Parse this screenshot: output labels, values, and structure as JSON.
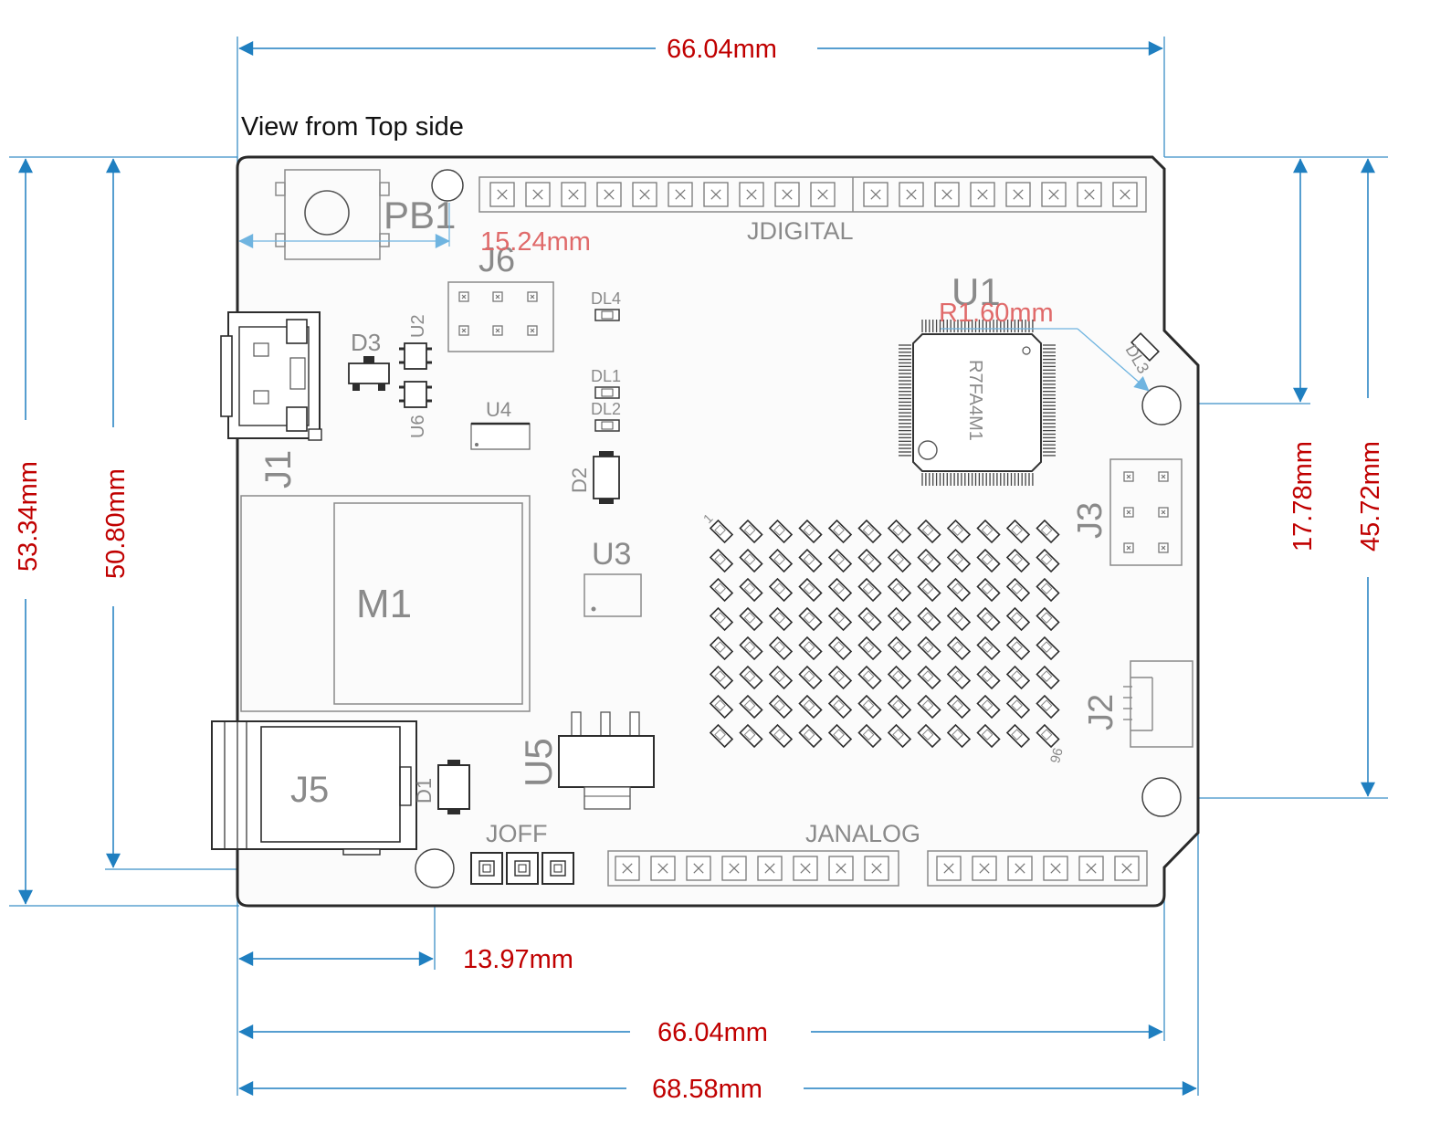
{
  "title": "View from Top side",
  "dimensions": {
    "top_width": "66.04mm",
    "bottom_width_inner": "66.04mm",
    "bottom_width_outer": "68.58mm",
    "left_height_outer": "53.34mm",
    "left_height_inner": "50.80mm",
    "right_height_short": "17.78mm",
    "right_height_long": "45.72mm",
    "hole_offset": "13.97mm",
    "pb1_offset": "15.24mm",
    "radius": "R1.60mm"
  },
  "components": {
    "pb1": "PB1",
    "j6": "J6",
    "jdigital": "JDIGITAL",
    "u1": "U1",
    "u1_marking": "R7FA4M1",
    "dl4": "DL4",
    "dl1": "DL1",
    "dl2": "DL2",
    "dl3": "DL3",
    "d3": "D3",
    "u2": "U2",
    "u6": "U6",
    "u4": "U4",
    "j1": "J1",
    "d2": "D2",
    "m1": "M1",
    "u3": "U3",
    "j3": "J3",
    "j2": "J2",
    "u5": "U5",
    "j5": "J5",
    "d1": "D1",
    "joff": "JOFF",
    "janalog": "JANALOG",
    "matrix_first": "1",
    "matrix_last": "96"
  },
  "colors": {
    "dimension_text": "#c00000",
    "dimension_line": "#1f7fc0",
    "component_text": "#8a8a8a",
    "board_outline": "#2a2a2a"
  }
}
